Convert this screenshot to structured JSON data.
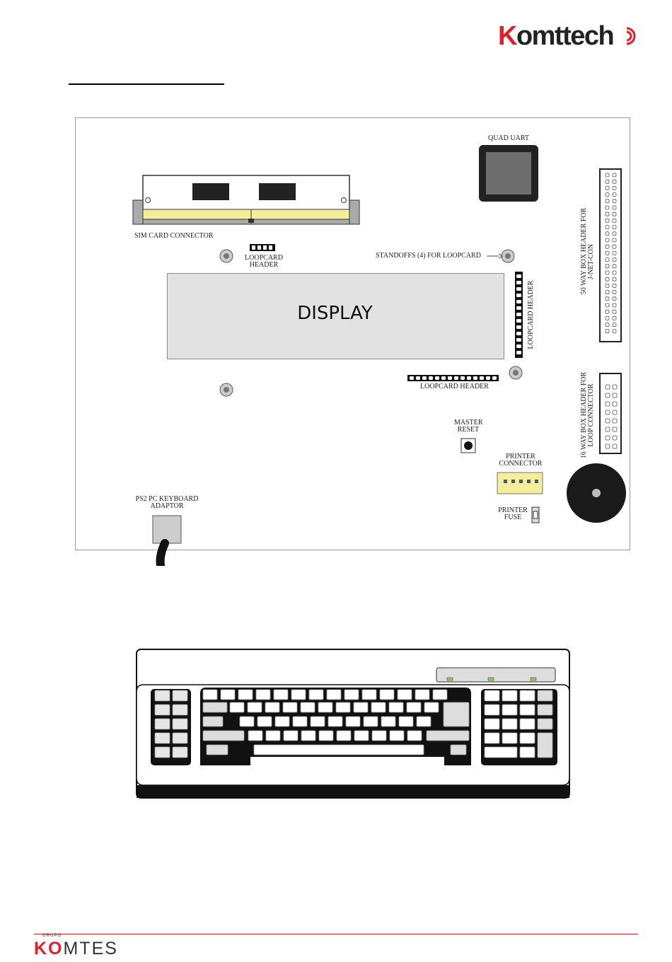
{
  "brand": {
    "top_logo": "Komttech",
    "footer_logo": "KOMTES",
    "footer_prefix": "GRUPO",
    "accent_color": "#e0202a"
  },
  "board": {
    "quad_uart": "QUAD UART",
    "sim_card_connector": "SIM CARD CONNECTOR",
    "loopcard_header_top": [
      "LOOPCARD",
      "HEADER"
    ],
    "standoffs": "STANDOFFS (4) FOR LOOPCARD",
    "display": "DISPLAY",
    "loopcard_header_vertical": "LOOPCARD HEADER",
    "loopcard_header_bottom": "LOOPCARD HEADER",
    "box_header_50": [
      "50 WAY BOX HEADER FOR",
      "J-NET-CON"
    ],
    "box_header_16": [
      "16 WAY BOX HEADER FOR",
      "LOOP CONNECTOR"
    ],
    "master_reset": [
      "MASTER",
      "RESET"
    ],
    "printer_connector": [
      "PRINTER",
      "CONNECTOR"
    ],
    "printer_fuse": [
      "PRINTER",
      "FUSE"
    ],
    "ps2_adaptor": [
      "PS2 PC KEYBOARD",
      "ADAPTOR"
    ]
  },
  "icons": [
    "komttech-logo-icon",
    "keyboard-icon",
    "buzzer-icon",
    "cable-icon"
  ]
}
